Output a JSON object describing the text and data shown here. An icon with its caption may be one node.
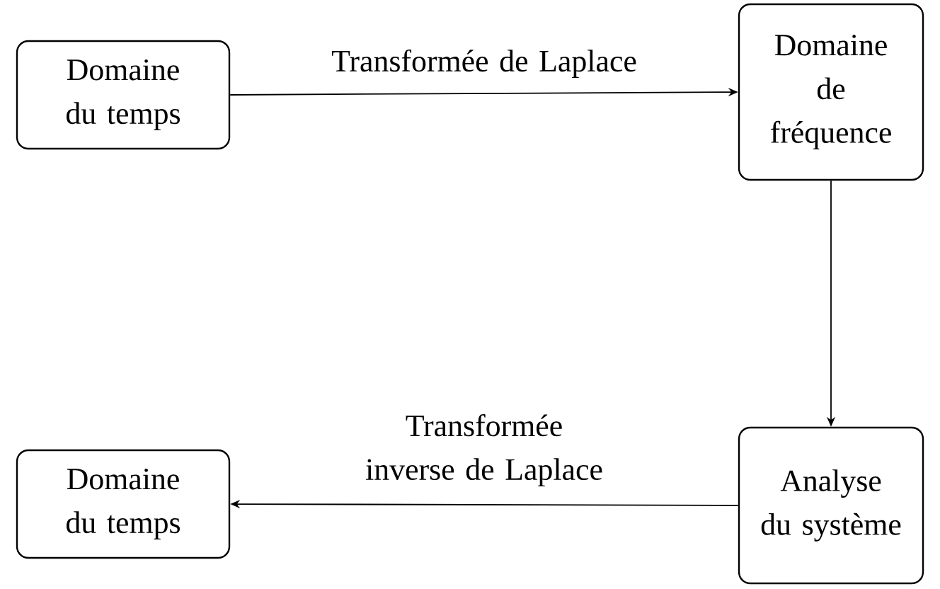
{
  "diagram": {
    "nodes": [
      {
        "text": [
          "Domaine du temps"
        ]
      },
      {
        "text": [
          "Domaine de fréquence"
        ]
      },
      {
        "text": [
          "Analyse du système"
        ]
      },
      {
        "text": [
          "Domaine du temps"
        ]
      }
    ],
    "edges": [
      {
        "from": 0,
        "to": 1,
        "arrow": "to",
        "label": "Transformée de Laplace"
      },
      {
        "from": 1,
        "to": 2,
        "arrow": "to"
      },
      {
        "from": 2,
        "to": 3,
        "arrow": "to",
        "label": "Transformée inverse de Laplace"
      }
    ]
  }
}
